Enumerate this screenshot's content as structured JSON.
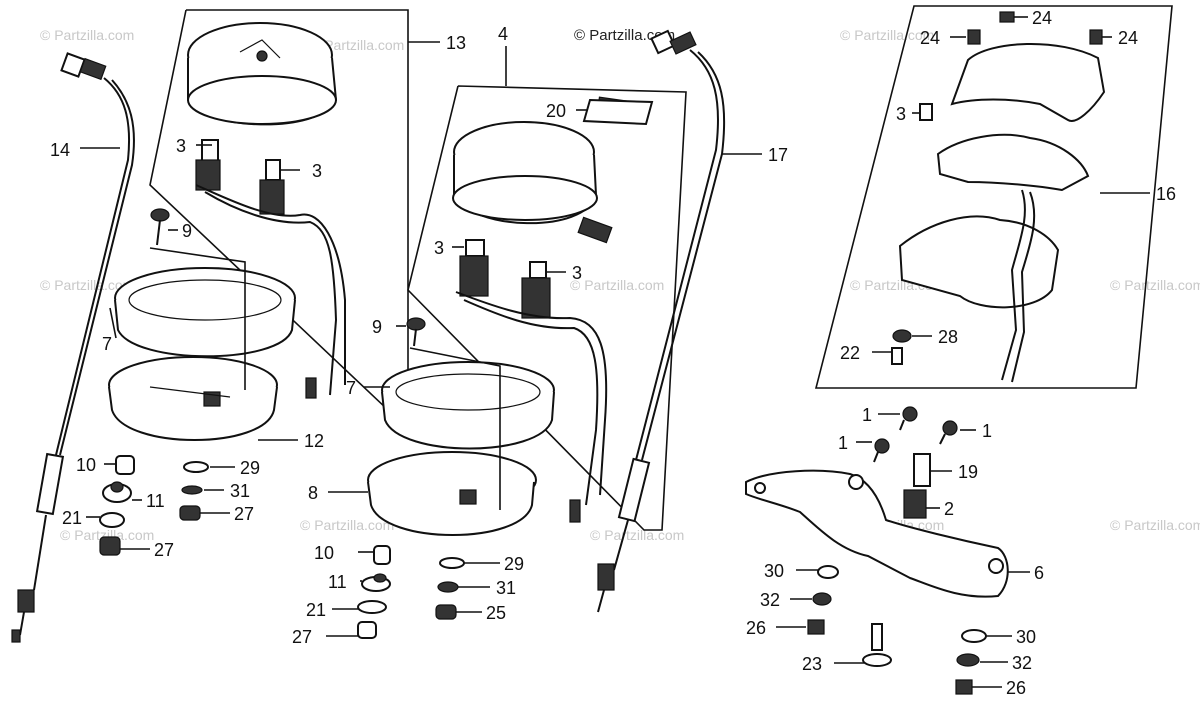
{
  "copyright": "© Partzilla.com",
  "watermark": "© Partzilla.com",
  "callouts": {
    "c1a": "1",
    "c1b": "1",
    "c1c": "1",
    "c2": "2",
    "c3a": "3",
    "c3b": "3",
    "c3c": "3",
    "c3d": "3",
    "c3e": "3",
    "c4": "4",
    "c6": "6",
    "c7a": "7",
    "c7b": "7",
    "c8": "8",
    "c9a": "9",
    "c9b": "9",
    "c10a": "10",
    "c10b": "10",
    "c11a": "11",
    "c11b": "11",
    "c12": "12",
    "c13": "13",
    "c14": "14",
    "c16": "16",
    "c17": "17",
    "c19": "19",
    "c20": "20",
    "c21a": "21",
    "c21b": "21",
    "c22": "22",
    "c23": "23",
    "c24a": "24",
    "c24b": "24",
    "c24c": "24",
    "c25": "25",
    "c26a": "26",
    "c26b": "26",
    "c27a": "27",
    "c27b": "27",
    "c27c": "27",
    "c28": "28",
    "c29a": "29",
    "c29b": "29",
    "c30a": "30",
    "c30b": "30",
    "c31a": "31",
    "c31b": "31",
    "c32a": "32",
    "c32b": "32"
  }
}
